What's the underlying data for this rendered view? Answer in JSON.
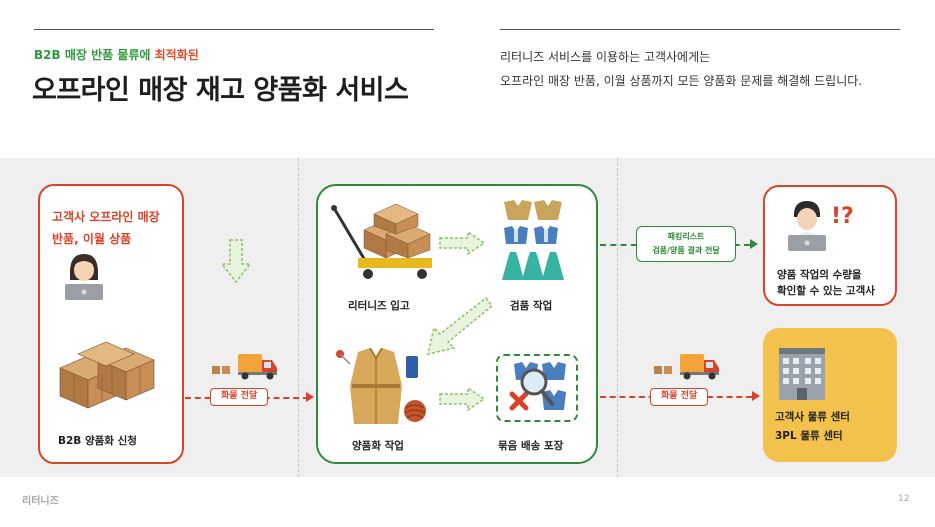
{
  "header": {
    "eyebrow_prefix": "B2B 매장 반품 물류에 ",
    "eyebrow_highlight": "최적화된",
    "title": "오프라인 매장 재고 양품화 서비스",
    "description_line1": "리터니즈 서비스를 이용하는 고객사에게는",
    "description_line2": "오프라인 매장 반품, 이월 상품까지 모든 양품화 문제를 해결해 드립니다."
  },
  "request_card": {
    "line1": "고객사 오프라인 매장",
    "line2": "반품, 이월 상품",
    "caption": "B2B 양품화 신청"
  },
  "transfer_left": {
    "label": "화물 전달"
  },
  "process": {
    "inbound": "리터니즈 입고",
    "inspection": "검품 작업",
    "refurbish": "양품화 작업",
    "packing": "묶음 배송 포장"
  },
  "packing_list": {
    "line1": "패킹리스트",
    "line2": "검품/양품 결과 전달"
  },
  "transfer_right": {
    "label": "화물 전달"
  },
  "customer_card": {
    "line1": "양품 작업의 수량을",
    "line2": "확인할 수 있는 고객사"
  },
  "center_card": {
    "line1": "고객사 물류 센터",
    "line2": "3PL 물류 센터"
  },
  "footer": {
    "brand": "리터니즈",
    "page_number": "12"
  },
  "colors": {
    "accent_red": "#d9432a",
    "accent_green": "#2f8a3a",
    "eyebrow_green": "#2f9a3c",
    "center_yellow": "#f3c24c"
  },
  "icons": [
    "person-laptop-icon",
    "boxes-icon",
    "truck-icon",
    "hand-truck-icon",
    "dress-icon",
    "trench-coat-icon",
    "yarn-icon",
    "magnifier-icon",
    "building-icon",
    "question-exclamation-icon"
  ]
}
